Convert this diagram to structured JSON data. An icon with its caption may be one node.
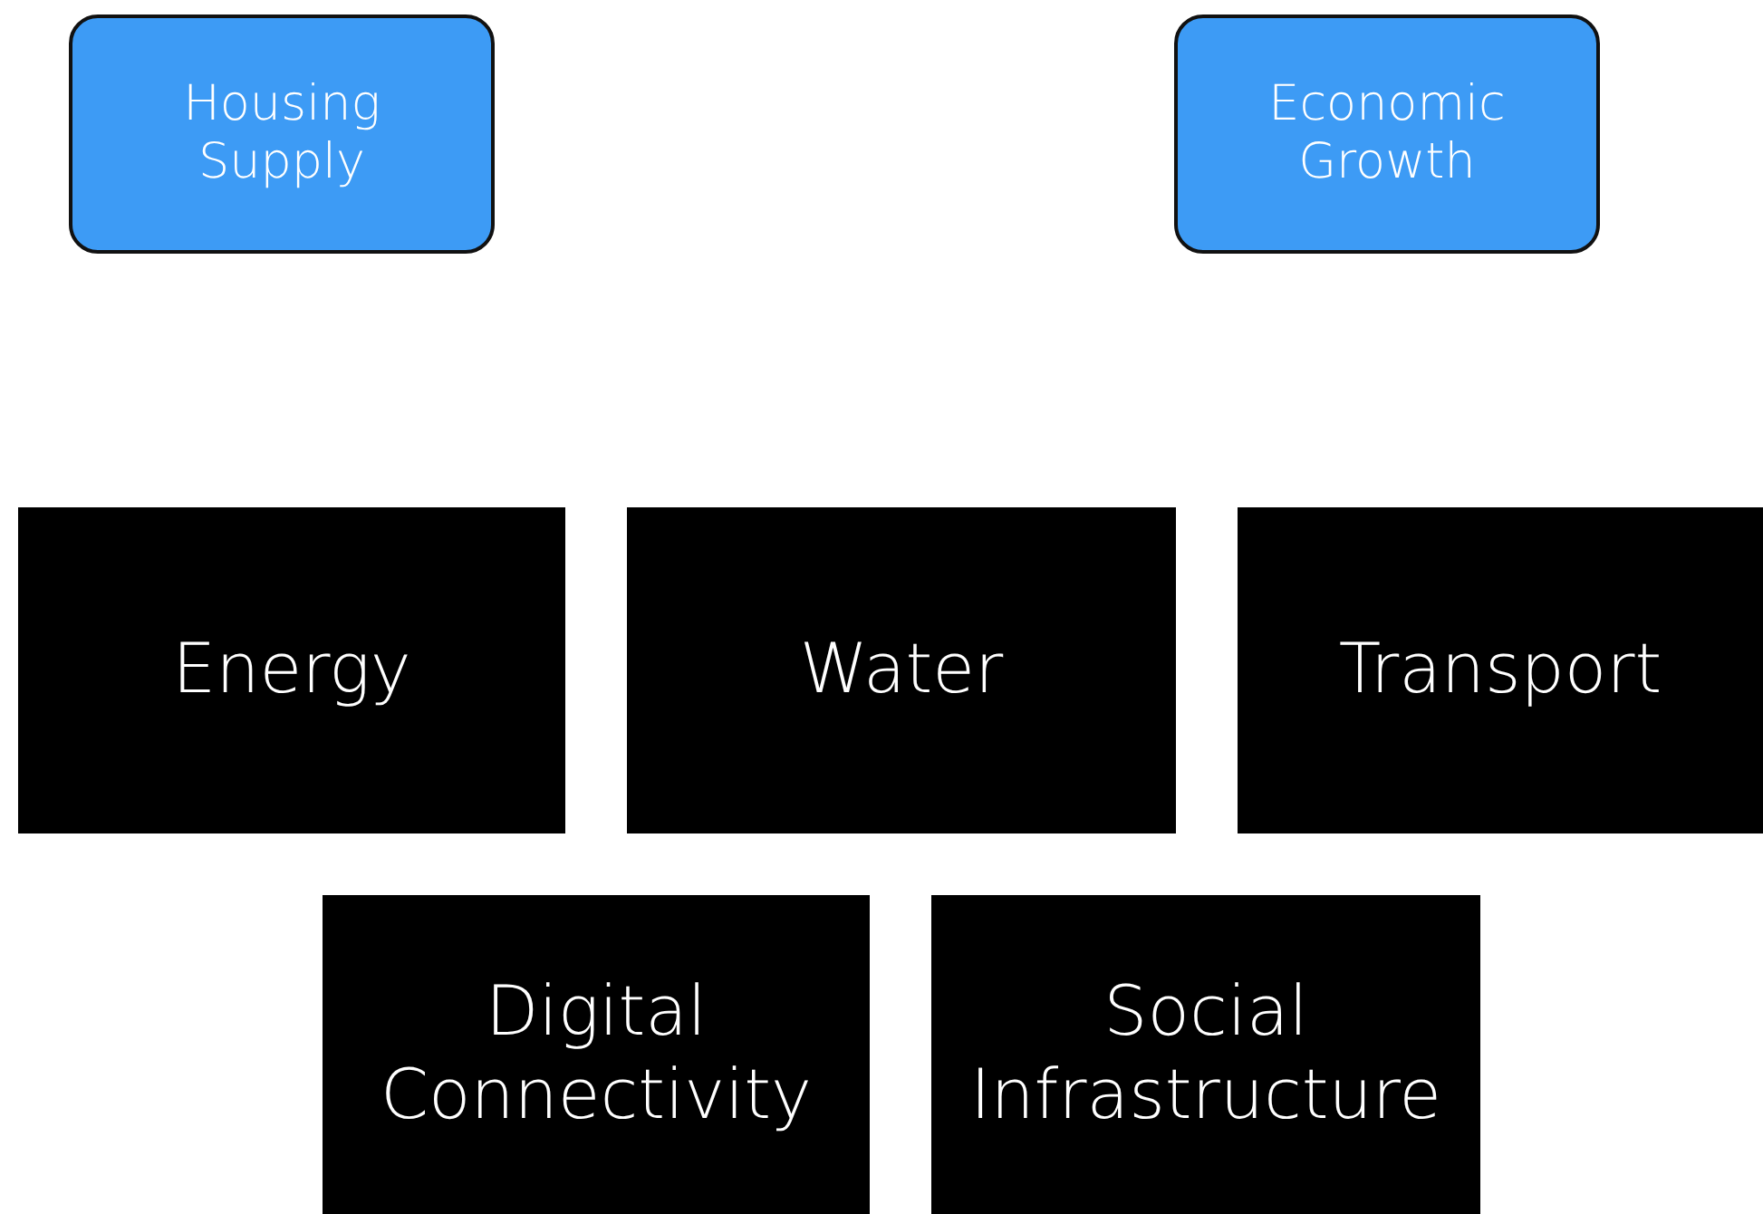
{
  "diagram": {
    "nodes": [
      {
        "text": [
          "Housing Supply"
        ]
      },
      {
        "text": [
          "Economic Growth"
        ]
      },
      {
        "text": [
          "Energy"
        ]
      },
      {
        "text": [
          "Water"
        ]
      },
      {
        "text": [
          "Transport"
        ]
      },
      {
        "text": [
          "Digital Connectivity"
        ]
      },
      {
        "text": [
          "Social Infrastructure"
        ]
      }
    ]
  }
}
